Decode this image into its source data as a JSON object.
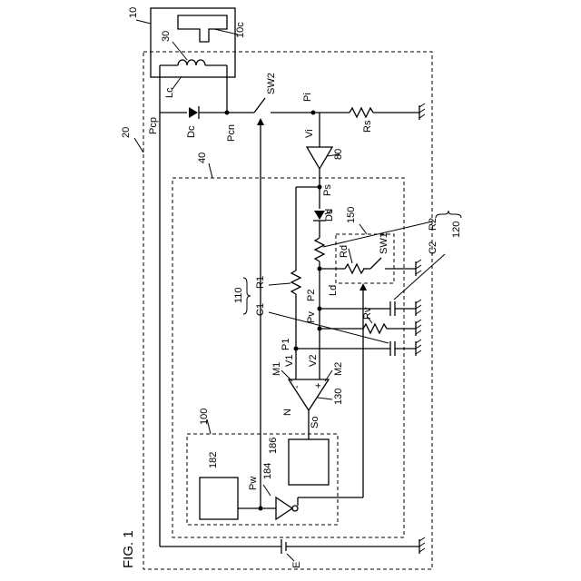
{
  "figure_label": "FIG. 1",
  "labels": {
    "ref_10": "10",
    "ref_10c": "10c",
    "ref_30": "30",
    "ref_20": "20",
    "ref_40": "40",
    "ref_80": "80",
    "ref_100": "100",
    "ref_110": "110",
    "ref_120": "120",
    "ref_130": "130",
    "ref_150": "150",
    "ref_182": "182",
    "ref_184": "184",
    "ref_186": "186",
    "Lc": "Lc",
    "Pcp": "Pcp",
    "Dc": "Dc",
    "Pcn": "Pcn",
    "SW2": "SW2",
    "Pi": "Pi",
    "Vi": "Vi",
    "Rs": "Rs",
    "Ps": "Ps",
    "Dd": "Dd",
    "Rd": "Rd",
    "SW1": "SW1",
    "R1": "R1",
    "R2": "R2",
    "C1": "C1",
    "C2": "C2",
    "P2": "P2",
    "Ld": "Ld",
    "Pv": "Pv",
    "Rv": "Rv",
    "P1": "P1",
    "V1": "V1",
    "V2": "V2",
    "M1": "M1",
    "M2": "M2",
    "N": "N",
    "So": "So",
    "Pw": "Pw",
    "E": "E",
    "minus": "-",
    "plus": "+"
  }
}
